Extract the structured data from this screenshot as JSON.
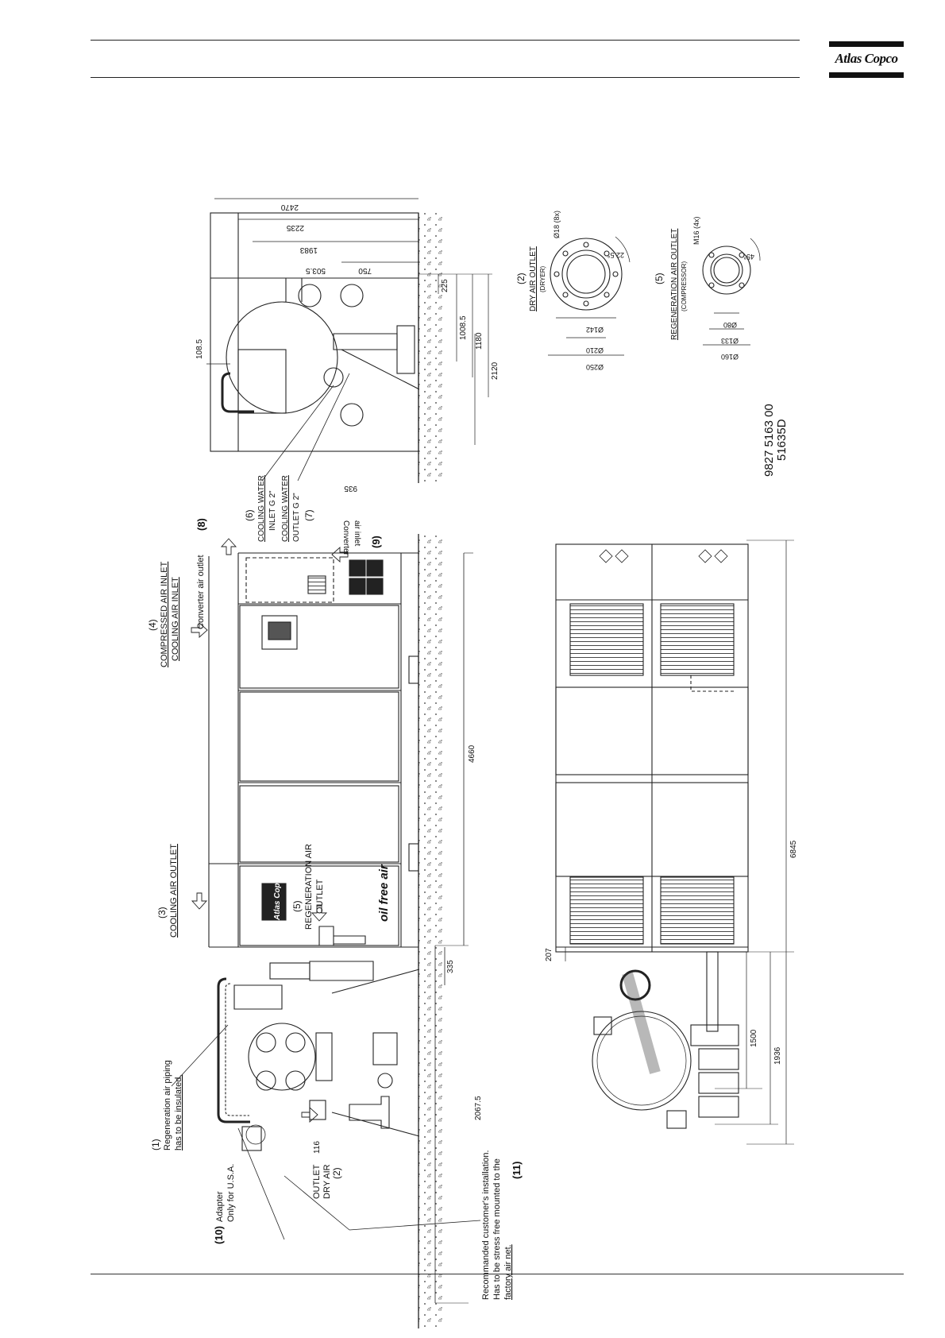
{
  "header": {
    "logo_text": "Atlas Copco"
  },
  "labels": {
    "l1_num": "(1)",
    "l1_line1": "Regeneration air piping",
    "l1_line2": "has to be insulated.",
    "l2_num": "(2)",
    "l2_line1": "OUTLET",
    "l2_line2": "DRY AIR",
    "l3_num": "(3)",
    "l3_text": "COOLING AIR OUTLET",
    "l4_num": "(4)",
    "l4_line1": "COMPRESSED AIR INLET",
    "l4_line2": "COOLING AIR INLET",
    "l5_num": "(5)",
    "l5_line1": "REGENERATION AIR",
    "l5_line2": "OUTLET",
    "l6_num": "(6)",
    "l6_line1": "COOLING WATER",
    "l6_line2": "INLET G 2\"",
    "l7_num": "(7)",
    "l7_line1": "COOLING WATER",
    "l7_line2": "OUTLET G 2\"",
    "l8_num": "(8)",
    "l8_text": "Converter air outlet",
    "l9_num": "(9)",
    "l9_line1": "Converter",
    "l9_line2": "air inlet",
    "l10_num": "(10)",
    "l10_line1": "Adapter",
    "l10_line2": "Only for U.S.A.",
    "l11_num": "(11)",
    "l11_line1": "Recommanded customer's installation.",
    "l11_line2": "Has to be stress free mounted to the",
    "l11_line3": "factory air net.",
    "panel_brand": "Atlas Copco",
    "panel_slogan": "oil free air"
  },
  "dims_front": {
    "d116": "116",
    "d2067": "2067.5",
    "d335": "335",
    "d4660": "4660"
  },
  "dims_top": {
    "d207": "207",
    "d1500": "1500",
    "d1936": "1936",
    "d6845": "6845"
  },
  "dims_side": {
    "d2470": "2470",
    "d2235": "2235",
    "d1983": "1983",
    "d5035": "503.5",
    "d750": "750",
    "d1085": "108.5",
    "d225": "225",
    "d10085": "1008.5",
    "d1180": "1180",
    "d2120": "2120",
    "d935": "935"
  },
  "flange_dry": {
    "num": "(2)",
    "title": "DRY AIR OUTLET",
    "sub": "(DRYER)",
    "holes": "Ø18 (8x)",
    "angle": "22.5°",
    "d1": "Ø142",
    "d2": "Ø210",
    "d3": "Ø250"
  },
  "flange_regen": {
    "num": "(5)",
    "title": "REGENERATION AIR OUTLET",
    "sub": "(COMPRESSOR)",
    "holes": "M16 (4x)",
    "angle": "45°",
    "d1": "Ø80",
    "d2": "Ø133",
    "d3": "Ø160"
  },
  "drawing_number": {
    "line1": "9827 5163 00",
    "line2": "51635D"
  }
}
